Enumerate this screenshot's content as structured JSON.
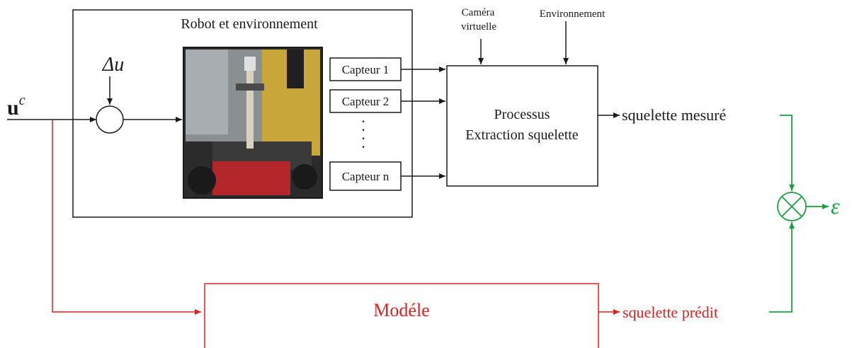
{
  "colors": {
    "black": "#1a1a1a",
    "red": "#e02020",
    "green": "#1aa040"
  },
  "robot_env": {
    "title": "Robot et environnement",
    "photo_alt": "robot-photo"
  },
  "inputs": {
    "control": "u",
    "control_sup": "c",
    "perturbation": "Δu"
  },
  "sensors": {
    "s1": "Capteur 1",
    "s2": "Capteur 2",
    "sn": "Capteur n",
    "ellipsis": "⋮"
  },
  "process": {
    "line1": "Processus",
    "line2": "Extraction squelette",
    "input_camera_l1": "Caméra",
    "input_camera_l2": "virtuelle",
    "input_env": "Environnement"
  },
  "outputs": {
    "measured": "squelette mesuré",
    "predicted": "squelette prédit",
    "error": "ε"
  },
  "model": {
    "label": "Modéle"
  }
}
